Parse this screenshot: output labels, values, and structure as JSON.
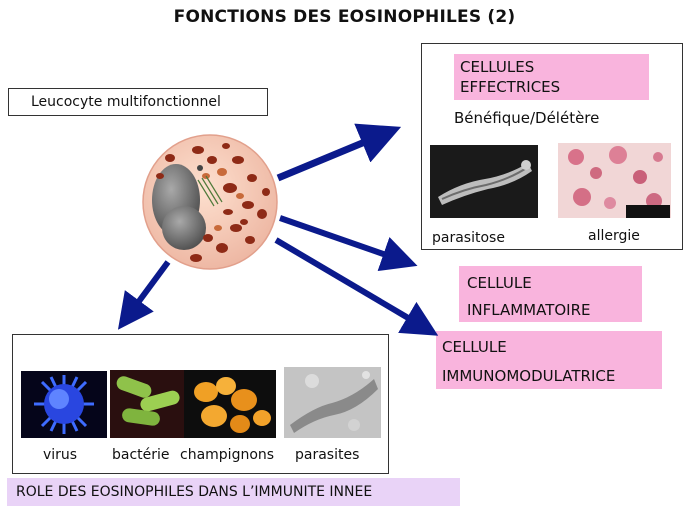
{
  "title": "FONCTIONS DES EOSINOPHILES (2)",
  "leucocyte_label": "Leucocyte multifonctionnel",
  "effector_box": {
    "heading_line1": "CELLULES",
    "heading_line2": "EFFECTRICES",
    "subtitle": "Bénéfique/Délétère",
    "captions": [
      "parasitose",
      "allergie"
    ]
  },
  "inflammatory_box": {
    "line1": "CELLULE",
    "line2": "INFLAMMATOIRE"
  },
  "immunomod_box": {
    "line1": "CELLULE",
    "line2": "IMMUNOMODULATRICE"
  },
  "innate_panel": {
    "captions": [
      "virus",
      "bactérie",
      "champignons",
      "parasites"
    ],
    "footer": "ROLE DES EOSINOPHILES DANS L’IMMUNITE INNEE"
  },
  "colors": {
    "pink": "#f9b4dd",
    "lavender": "#e9d3f7",
    "arrow": "#0b1a8c"
  },
  "icons": [
    "eosinophil-cell-image",
    "parasite-photo",
    "allergy-skin-photo",
    "virus-image",
    "bacteria-image",
    "fungi-image",
    "parasites-micrograph"
  ]
}
